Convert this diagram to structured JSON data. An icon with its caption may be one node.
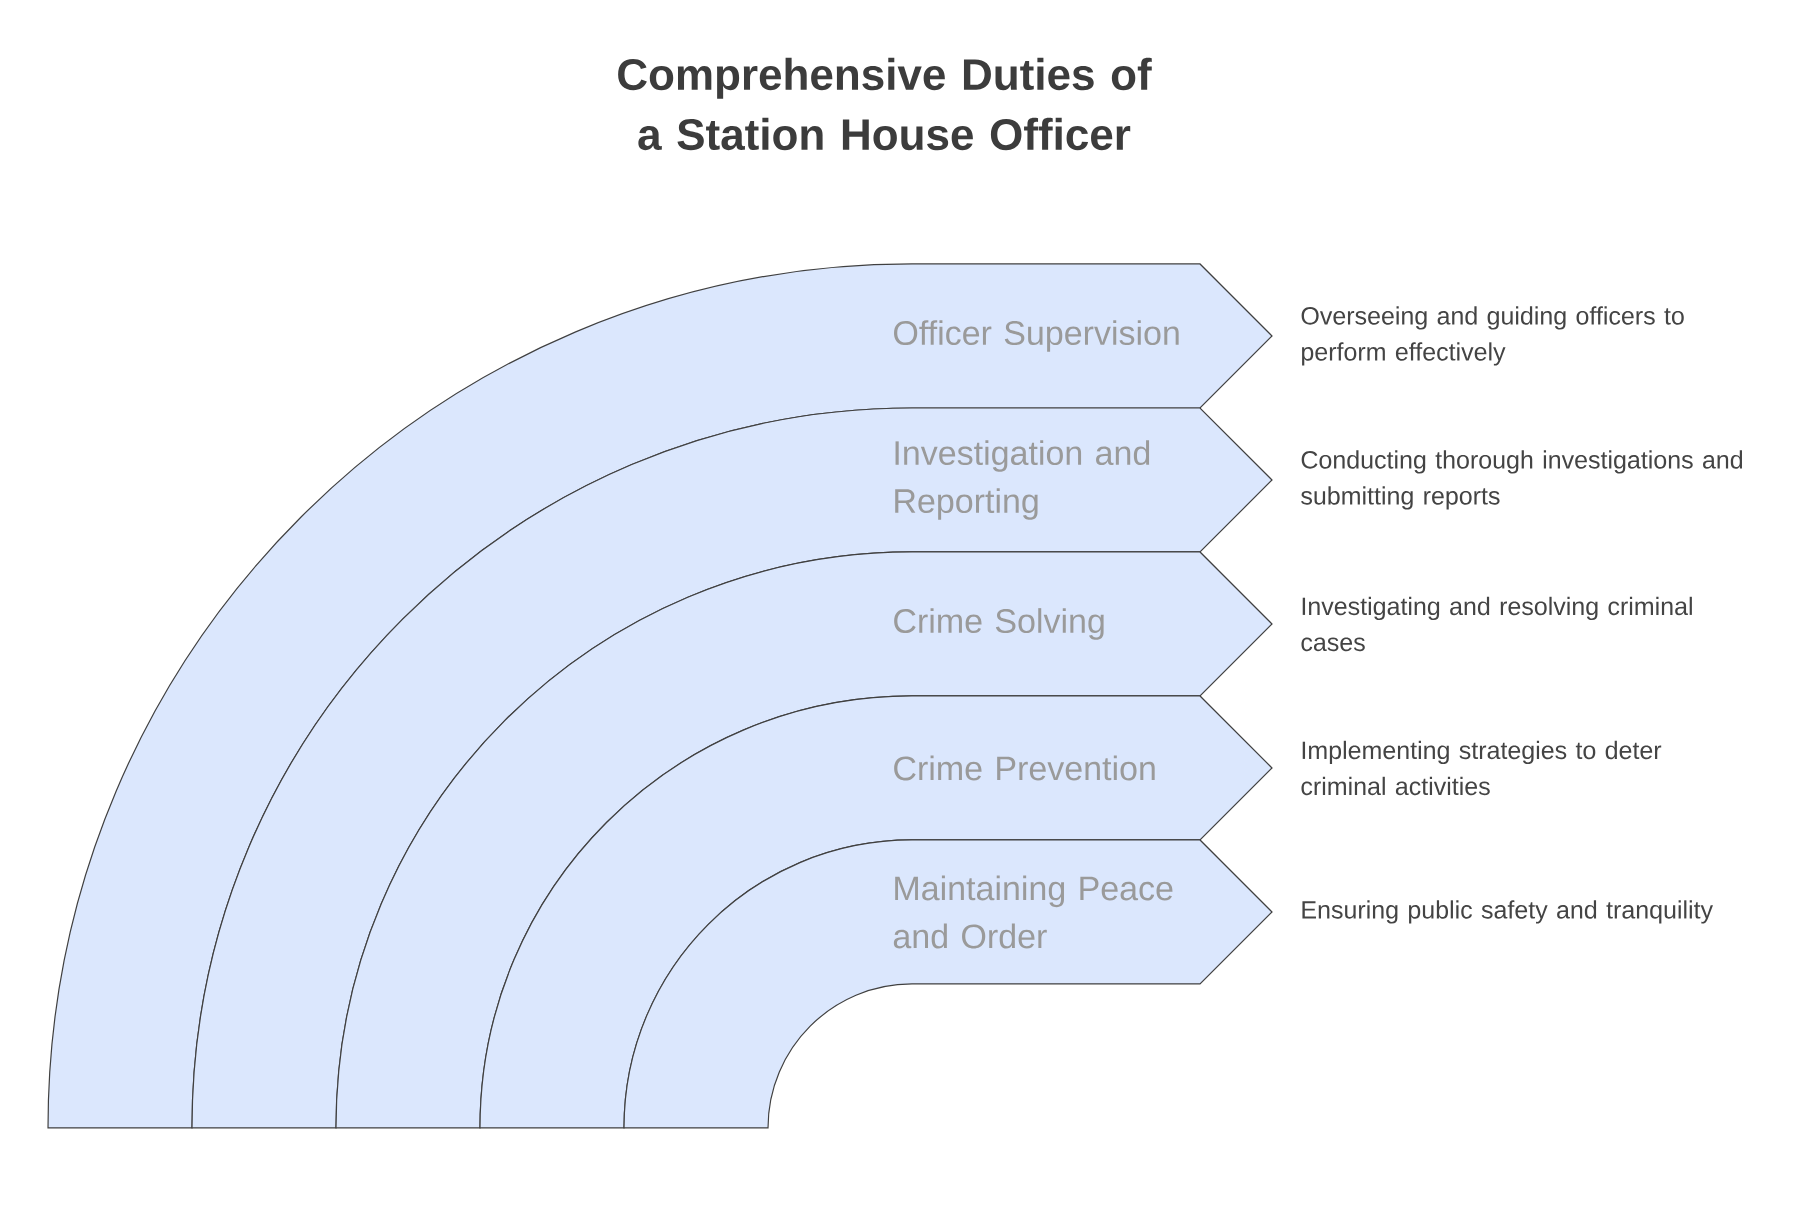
{
  "diagram": {
    "title": "Comprehensive Duties of a Station House Officer",
    "nodes": [
      {
        "text": [
          "Officer Supervision"
        ],
        "beside": [
          "Overseeing and guiding officers to perform effectively"
        ]
      },
      {
        "text": [
          "Investigation and Reporting"
        ],
        "beside": [
          "Conducting thorough investigations and submitting reports"
        ]
      },
      {
        "text": [
          "Crime Solving"
        ],
        "beside": [
          "Investigating and resolving criminal cases"
        ]
      },
      {
        "text": [
          "Crime Prevention"
        ],
        "beside": [
          "Implementing strategies to deter criminal activities"
        ]
      },
      {
        "text": [
          "Maintaining Peace and Order"
        ],
        "beside": [
          "Ensuring public safety and tranquility"
        ]
      }
    ]
  }
}
